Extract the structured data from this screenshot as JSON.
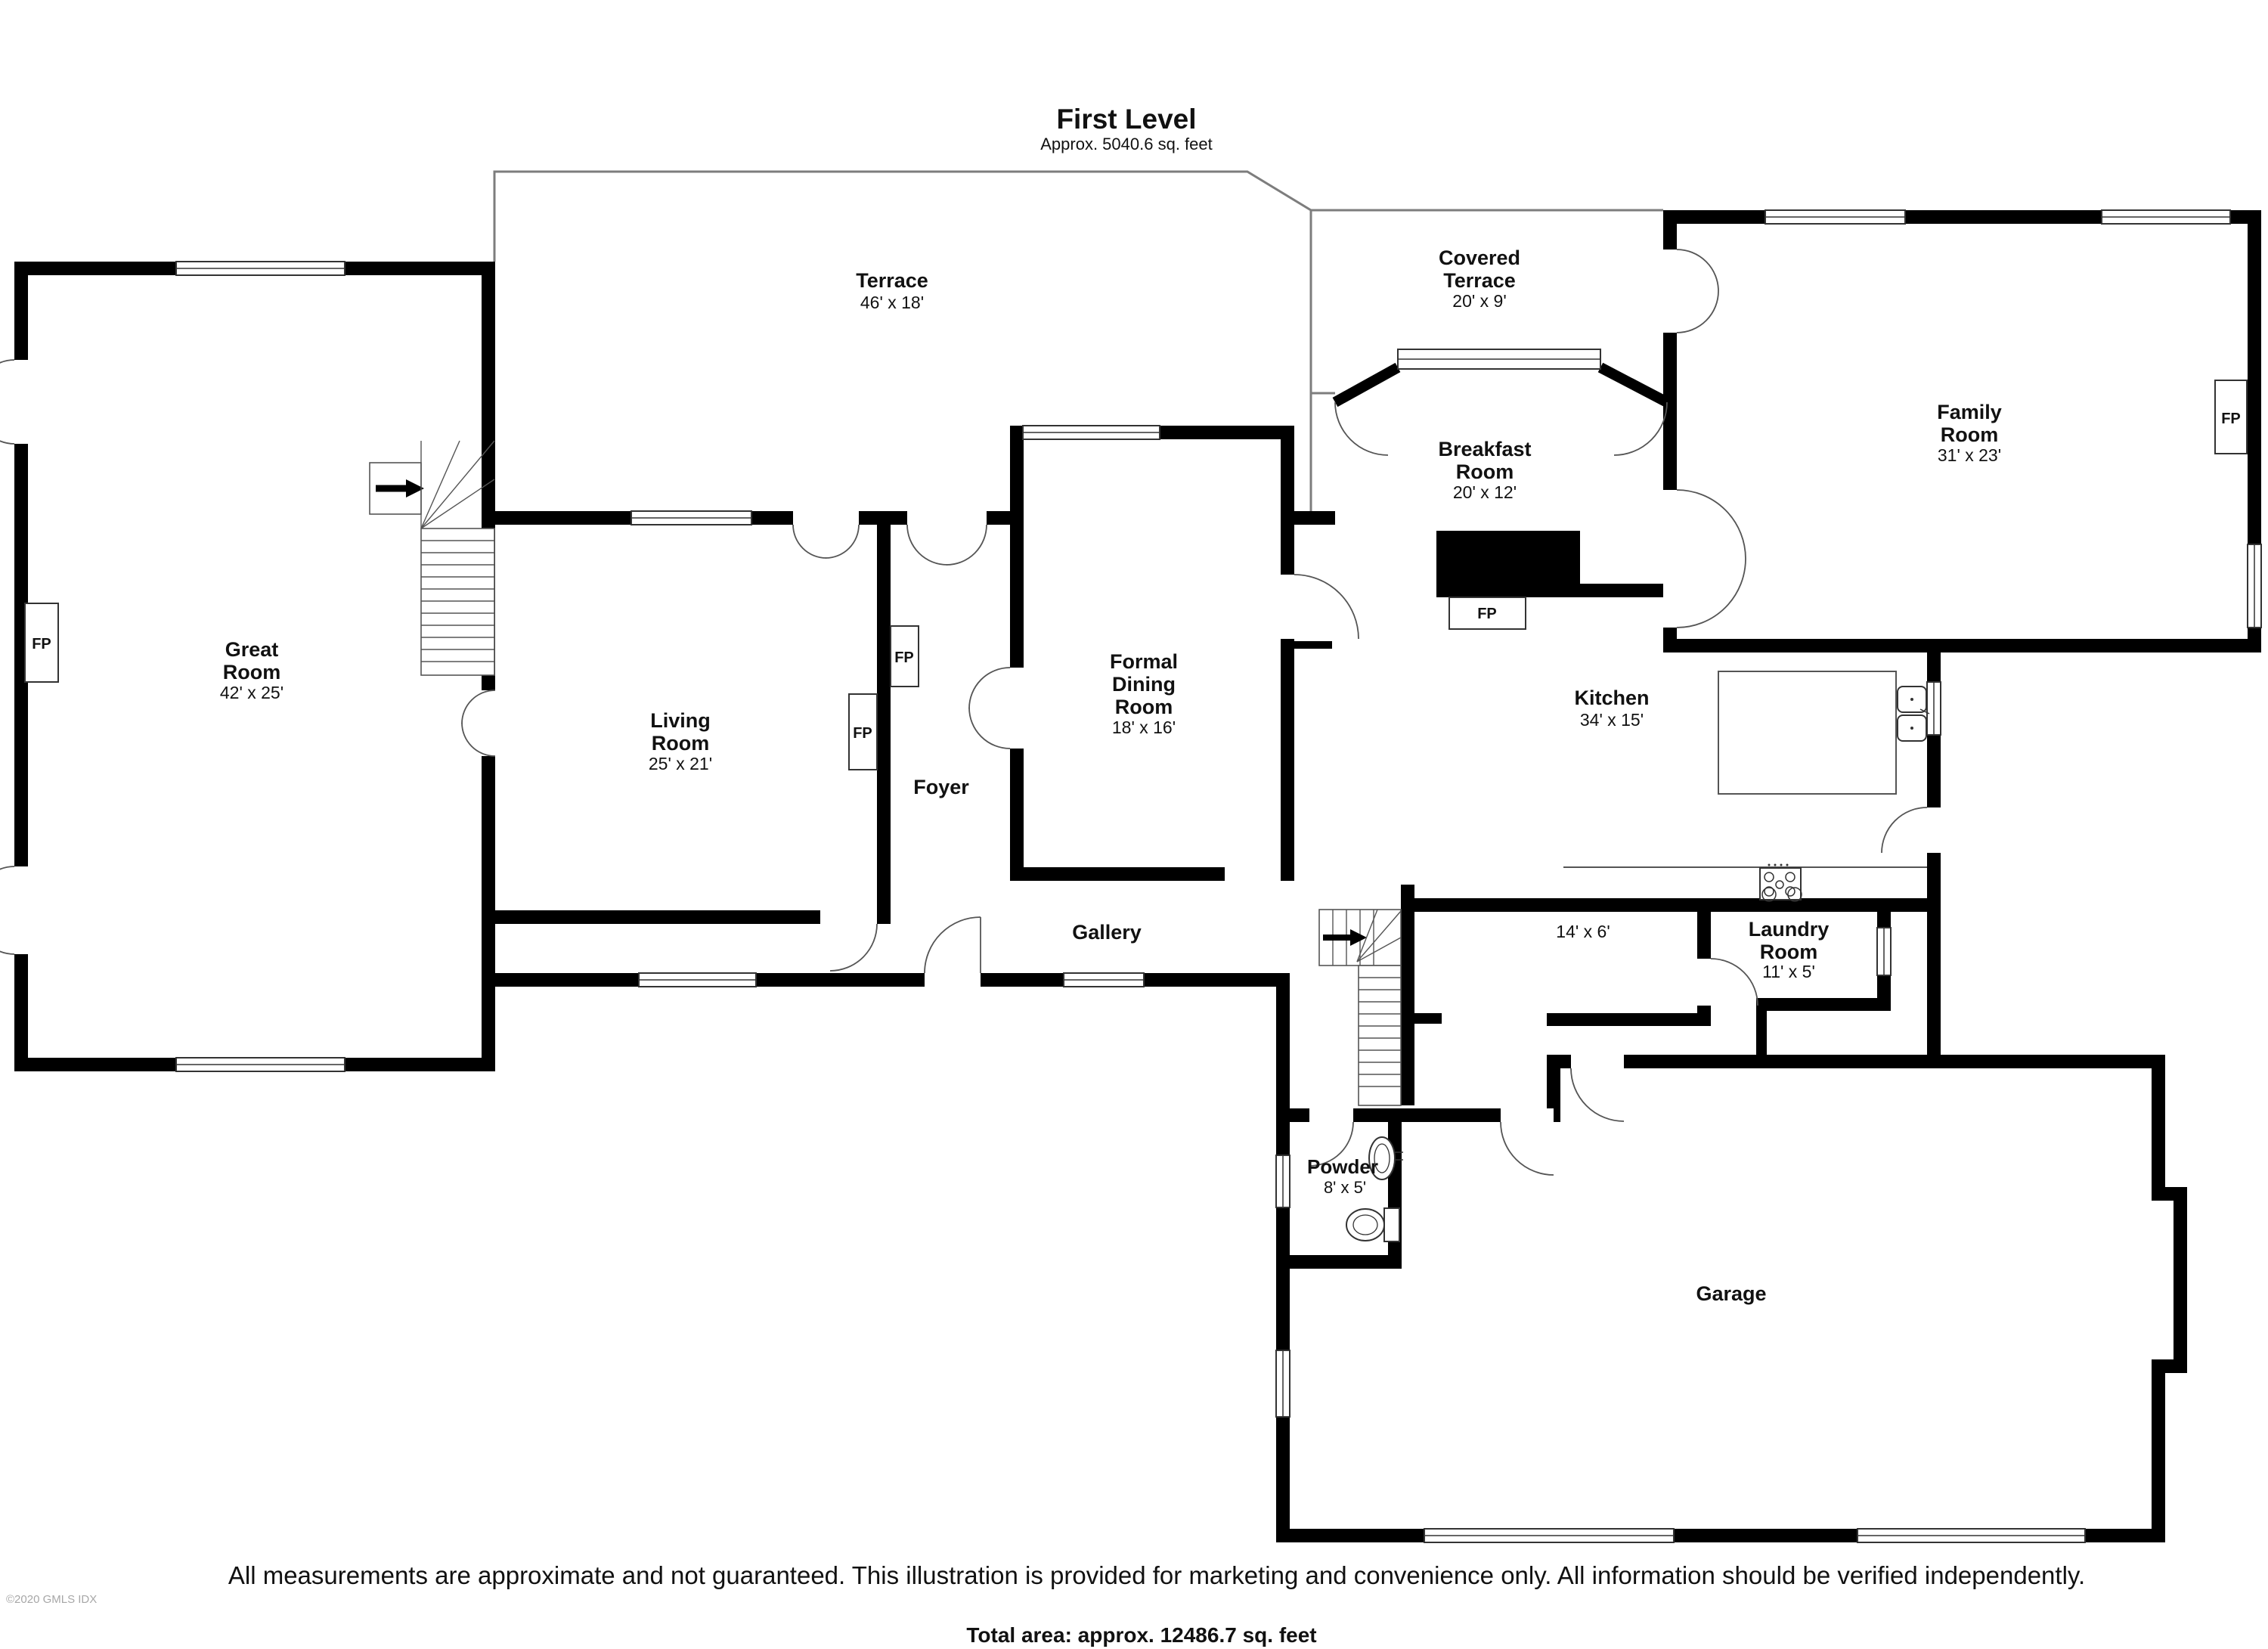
{
  "header": {
    "title": "First Level",
    "subtitle": "Approx. 5040.6 sq. feet"
  },
  "labels": {
    "fp": "FP"
  },
  "rooms": {
    "terrace": {
      "name": "Terrace",
      "dims": "46' x 18'"
    },
    "covered_terrace": {
      "line1": "Covered",
      "line2": "Terrace",
      "dims": "20' x 9'"
    },
    "family_room": {
      "line1": "Family",
      "line2": "Room",
      "dims": "31' x 23'"
    },
    "great_room": {
      "line1": "Great",
      "line2": "Room",
      "dims": "42' x 25'"
    },
    "living_room": {
      "line1": "Living",
      "line2": "Room",
      "dims": "25' x 21'"
    },
    "formal_dining": {
      "line1": "Formal",
      "line2": "Dining",
      "line3": "Room",
      "dims": "18' x 16'"
    },
    "breakfast_room": {
      "line1": "Breakfast",
      "line2": "Room",
      "dims": "20' x 12'"
    },
    "kitchen": {
      "name": "Kitchen",
      "dims": "34' x 15'"
    },
    "foyer": {
      "name": "Foyer"
    },
    "gallery": {
      "name": "Gallery"
    },
    "hall": {
      "dims": "14' x 6'"
    },
    "laundry_room": {
      "line1": "Laundry",
      "line2": "Room",
      "dims": "11' x 5'"
    },
    "powder": {
      "name": "Powder",
      "dims": "8' x 5'"
    },
    "garage": {
      "name": "Garage"
    }
  },
  "footer": {
    "disclaimer": "All measurements are approximate and not guaranteed. This illustration is provided for marketing and convenience only. All information should be verified independently.",
    "total_area": "Total area: approx. 12486.7 sq. feet",
    "copyright": "©2020 GMLS IDX"
  },
  "colors": {
    "wall": "#000000",
    "thin_line": "#7d7d7d",
    "text": "#111111",
    "muted": "#a7a7a7"
  }
}
